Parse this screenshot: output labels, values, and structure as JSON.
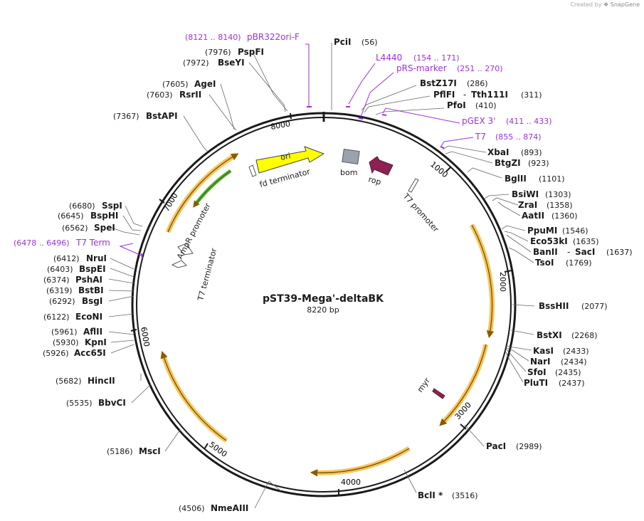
{
  "credit": {
    "prefix": "Created by",
    "brand": "SnapGene"
  },
  "plasmid": {
    "name": "pST39-Mega'-deltaBK",
    "size_label": "8220 bp",
    "length": 8220
  },
  "colors": {
    "backbone": "#1a1a1a",
    "feature_purple": "#9b30d9",
    "arrow_orange": "#f5c04a",
    "ori_yellow": "#ffff00",
    "bom_gray": "#9aa3ad",
    "rop_maroon": "#8b2252",
    "green": "#58b12a"
  },
  "ticks": [
    "1000",
    "2000",
    "3000",
    "4000",
    "5000",
    "6000",
    "7000",
    "8000"
  ],
  "enzymes": [
    {
      "name": "PciI",
      "pos": "(56)"
    },
    {
      "name": "BstZ17I",
      "pos": "(286)"
    },
    {
      "name": "PflFI",
      "name2": "Tth111I",
      "pos": "(311)"
    },
    {
      "name": "PfoI",
      "pos": "(410)"
    },
    {
      "name": "XbaI",
      "pos": "(893)"
    },
    {
      "name": "BtgZI",
      "pos": "(923)"
    },
    {
      "name": "BglII",
      "pos": "(1101)"
    },
    {
      "name": "BsiWI",
      "pos": "(1303)"
    },
    {
      "name": "ZraI",
      "pos": "(1358)"
    },
    {
      "name": "AatII",
      "pos": "(1360)"
    },
    {
      "name": "PpuMI",
      "pos": "(1546)"
    },
    {
      "name": "Eco53kI",
      "pos": "(1635)"
    },
    {
      "name": "BanII",
      "name2": "SacI",
      "pos": "(1637)"
    },
    {
      "name": "TsoI",
      "pos": "(1769)"
    },
    {
      "name": "BssHII",
      "pos": "(2077)"
    },
    {
      "name": "BstXI",
      "pos": "(2268)"
    },
    {
      "name": "KasI",
      "pos": "(2433)"
    },
    {
      "name": "NarI",
      "pos": "(2434)"
    },
    {
      "name": "SfoI",
      "pos": "(2435)"
    },
    {
      "name": "PluTI",
      "pos": "(2437)"
    },
    {
      "name": "PacI",
      "pos": "(2989)"
    },
    {
      "name": "BclI *",
      "pos": "(3516)"
    },
    {
      "name": "NmeAIII",
      "pos": "(4506)"
    },
    {
      "name": "MscI",
      "pos": "(5186)"
    },
    {
      "name": "BbvCI",
      "pos": "(5535)"
    },
    {
      "name": "HincII",
      "pos": "(5682)"
    },
    {
      "name": "Acc65I",
      "pos": "(5926)"
    },
    {
      "name": "KpnI",
      "pos": "(5930)"
    },
    {
      "name": "AflII",
      "pos": "(5961)"
    },
    {
      "name": "EcoNI",
      "pos": "(6122)"
    },
    {
      "name": "BsgI",
      "pos": "(6292)"
    },
    {
      "name": "BstBI",
      "pos": "(6319)"
    },
    {
      "name": "PshAI",
      "pos": "(6374)"
    },
    {
      "name": "BspEI",
      "pos": "(6403)"
    },
    {
      "name": "NruI",
      "pos": "(6412)"
    },
    {
      "name": "SpeI",
      "pos": "(6562)"
    },
    {
      "name": "BspHI",
      "pos": "(6645)"
    },
    {
      "name": "SspI",
      "pos": "(6680)"
    },
    {
      "name": "BstAPI",
      "pos": "(7367)"
    },
    {
      "name": "RsrII",
      "pos": "(7603)"
    },
    {
      "name": "AgeI",
      "pos": "(7605)"
    },
    {
      "name": "BseYI",
      "pos": "(7972)"
    },
    {
      "name": "PspFI",
      "pos": "(7976)"
    }
  ],
  "primers": [
    {
      "name": "pBR322ori-F",
      "range": "(8121 .. 8140)"
    },
    {
      "name": "L4440",
      "range": "(154 .. 171)"
    },
    {
      "name": "pRS-marker",
      "range": "(251 .. 270)"
    },
    {
      "name": "pGEX 3'",
      "range": "(411 .. 433)"
    },
    {
      "name": "T7",
      "range": "(855 .. 874)"
    },
    {
      "name": "T7 Term",
      "range": "(6478 .. 6496)"
    }
  ],
  "features": {
    "ori": "ori",
    "bom": "bom",
    "rop": "rop",
    "fd_terminator": "fd terminator",
    "t7_promoter": "T7 promoter",
    "ampr_promoter": "AmpR promoter",
    "t7_terminator": "T7 terminator",
    "myr": "myr"
  }
}
